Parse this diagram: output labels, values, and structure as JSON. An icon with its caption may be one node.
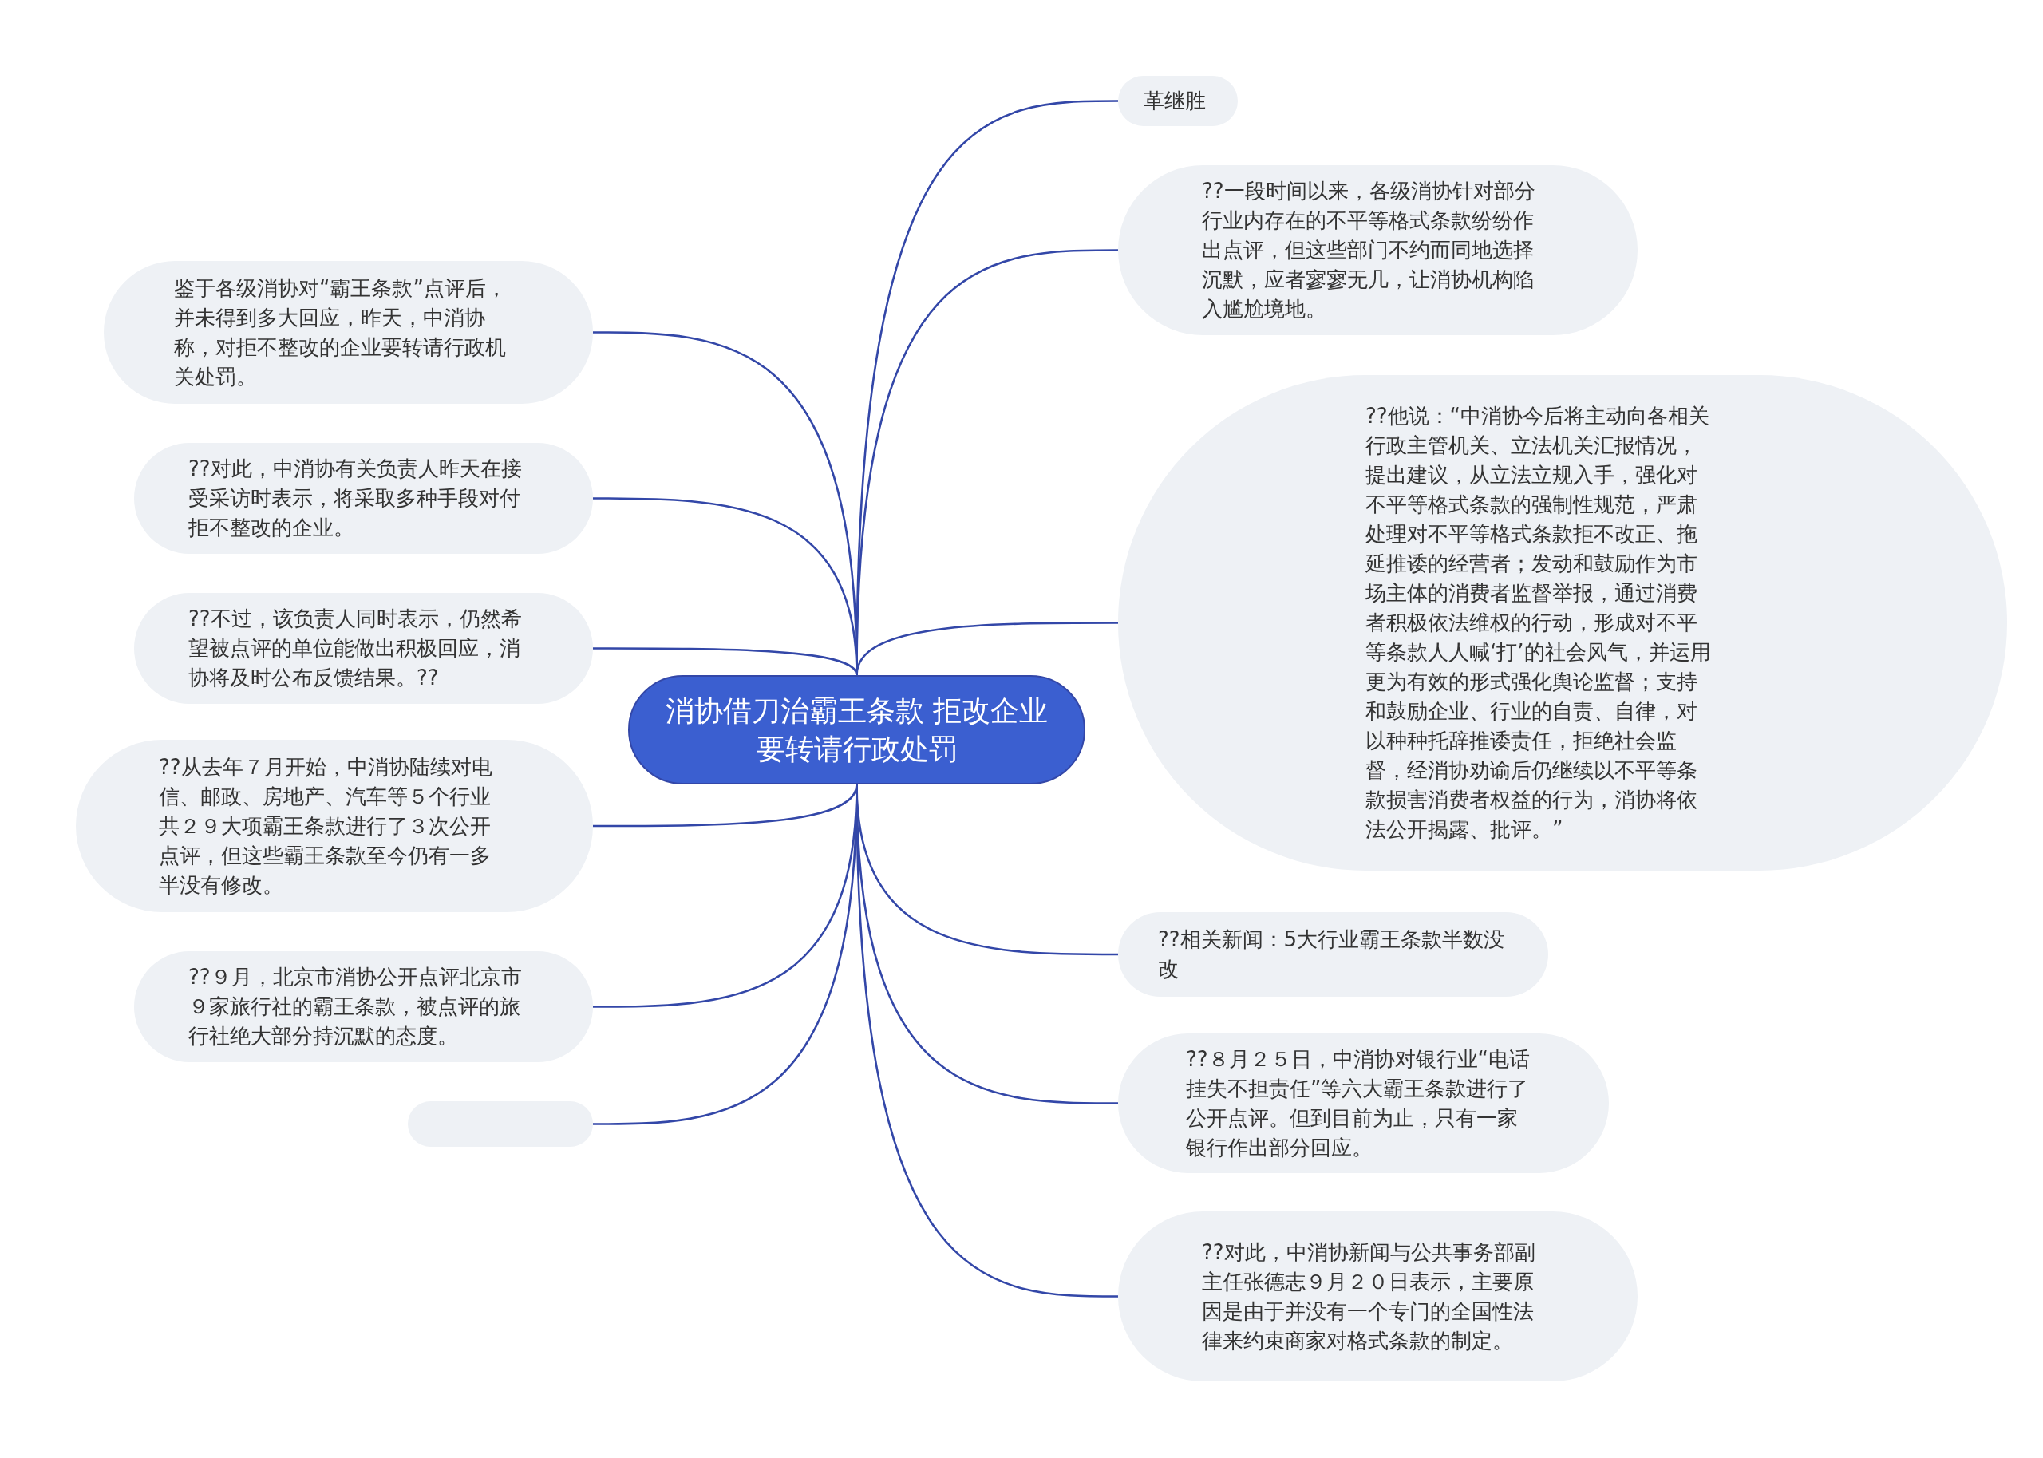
{
  "diagram": {
    "nodes": [
      {
        "text": [
          "消协借刀治霸王条款 拒改企业要转请行政处罚"
        ]
      },
      {
        "text": [
          "革继胜"
        ]
      },
      {
        "text": [
          "??一段时间以来，各级消协针对部分行业内存在的不平等格式条款纷纷作出点评，但这些部门不约而同地选择沉默，应者寥寥无几，让消协机构陷入尴尬境地。"
        ]
      },
      {
        "text": [
          "??他说：“中消协今后将主动向各相关行政主管机关、立法机关汇报情况，提出建议，从立法立规入手，强化对不平等格式条款的强制性规范，严肃处理对不平等格式条款拒不改正、拖延推诿的经营者；发动和鼓励作为市场主体的消费者监督举报，通过消费者积极依法维权的行动，形成对不平等条款人人喊‘打’的社会风气，并运用更为有效的形式强化舆论监督；支持和鼓励企业、行业的自责、自律，对以种种托辞推诿责任，拒绝社会监督，经消协劝谕后仍继续以不平等条款损害消费者权益的行为，消协将依法公开揭露、批评。”"
        ]
      },
      {
        "text": [
          "??相关新闻：5大行业霸王条款半数没改"
        ]
      },
      {
        "text": [
          "??８月２５日，中消协对银行业“电话挂失不担责任”等六大霸王条款进行了公开点评。但到目前为止，只有一家银行作出部分回应。"
        ]
      },
      {
        "text": [
          "??对此，中消协新闻与公共事务部副主任张德志９月２０日表示，主要原因是由于并没有一个专门的全国性法律来约束商家对格式条款的制定。"
        ]
      },
      {
        "text": [
          "鉴于各级消协对“霸王条款”点评后，并未得到多大回应，昨天，中消协称，对拒不整改的企业要转请行政机关处罚。"
        ]
      },
      {
        "text": [
          "??对此，中消协有关负责人昨天在接受采访时表示，将采取多种手段对付拒不整改的企业。"
        ]
      },
      {
        "text": [
          "??不过，该负责人同时表示，仍然希望被点评的单位能做出积极回应，消协将及时公布反馈结果。??"
        ]
      },
      {
        "text": [
          "??从去年７月开始，中消协陆续对电信、邮政、房地产、汽车等５个行业共２９大项霸王条款进行了３次公开点评，但这些霸王条款至今仍有一多半没有修改。"
        ]
      },
      {
        "text": [
          "??９月，北京市消协公开点评北京市９家旅行社的霸王条款，被点评的旅行社绝大部分持沉默的态度。"
        ]
      },
      {
        "text": [],
        "shape": "box"
      }
    ],
    "edges": [
      {
        "from": 0,
        "to": 1,
        "arrow": "none"
      },
      {
        "from": 0,
        "to": 2,
        "arrow": "none"
      },
      {
        "from": 0,
        "to": 3,
        "arrow": "none"
      },
      {
        "from": 0,
        "to": 4,
        "arrow": "none"
      },
      {
        "from": 0,
        "to": 5,
        "arrow": "none"
      },
      {
        "from": 0,
        "to": 6,
        "arrow": "none"
      },
      {
        "from": 0,
        "to": 7,
        "arrow": "none"
      },
      {
        "from": 0,
        "to": 8,
        "arrow": "none"
      },
      {
        "from": 0,
        "to": 9,
        "arrow": "none"
      },
      {
        "from": 0,
        "to": 10,
        "arrow": "none"
      },
      {
        "from": 0,
        "to": 11,
        "arrow": "none"
      },
      {
        "from": 0,
        "to": 12,
        "arrow": "none"
      }
    ]
  }
}
